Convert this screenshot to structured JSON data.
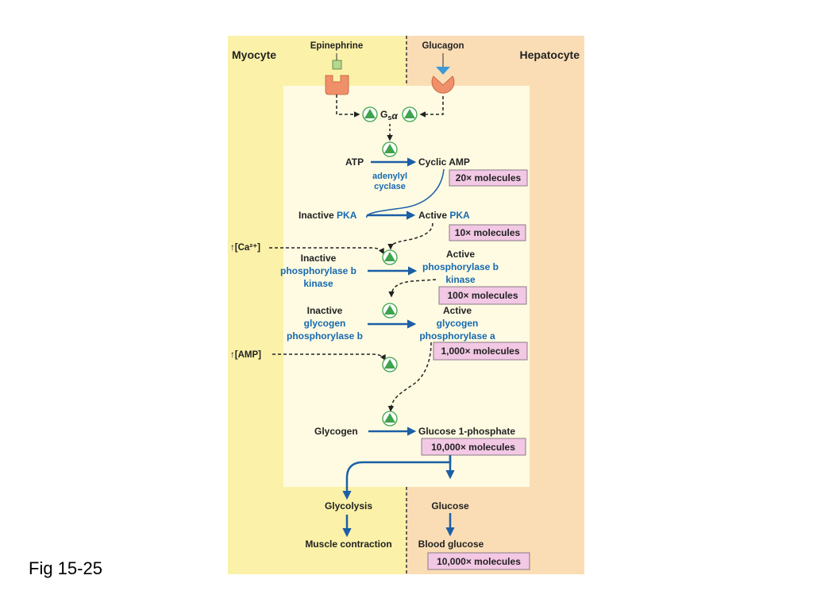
{
  "caption": "Fig 15-25",
  "regions": {
    "left": "Myocyte",
    "right": "Hepatocyte"
  },
  "hormones": {
    "left": "Epinephrine",
    "right": "Glucagon"
  },
  "g_protein": {
    "main": "G",
    "sub": "s",
    "alpha": "α"
  },
  "reactions": {
    "atp": "ATP",
    "cyclic_amp": "Cyclic AMP",
    "enzyme_line1": "adenylyl",
    "enzyme_line2": "cyclase",
    "inactive_pka_prefix": "Inactive",
    "inactive_pka": "PKA",
    "active_pka_prefix": "Active",
    "active_pka": "PKA",
    "inactive_pbk_l1": "Inactive",
    "inactive_pbk_l2": "phosphorylase b",
    "inactive_pbk_l3": "kinase",
    "active_pbk_l1": "Active",
    "active_pbk_l2": "phosphorylase b",
    "active_pbk_l3": "kinase",
    "inactive_gp_l1": "Inactive",
    "inactive_gp_l2": "glycogen",
    "inactive_gp_l3": "phosphorylase b",
    "active_gp_l1": "Active",
    "active_gp_l2": "glycogen",
    "active_gp_l3": "phosphorylase a",
    "glycogen": "Glycogen",
    "g1p": "Glucose 1-phosphate"
  },
  "amplification": [
    "20× molecules",
    "10× molecules",
    "100× molecules",
    "1,000× molecules",
    "10,000× molecules",
    "10,000× molecules"
  ],
  "regulators": {
    "calcium": "↑[Ca²⁺]",
    "amp": "↑[AMP]"
  },
  "outcomes": {
    "glycolysis": "Glycolysis",
    "muscle": "Muscle contraction",
    "glucose": "Glucose",
    "blood_glucose": "Blood glucose"
  },
  "colors": {
    "myocyte_bg": "#fbf1a8",
    "hepatocyte_bg": "#fbddb5",
    "inner_panel": "#fefbe2",
    "arrow_blue": "#1b5fa6",
    "label_blue": "#1769b0",
    "mark_green": "#3fa34d",
    "box_pink": "#f2c8e4",
    "receptor": "#f0906b",
    "epinephrine": "#b4d98e",
    "glucagon": "#3d9ad8"
  }
}
